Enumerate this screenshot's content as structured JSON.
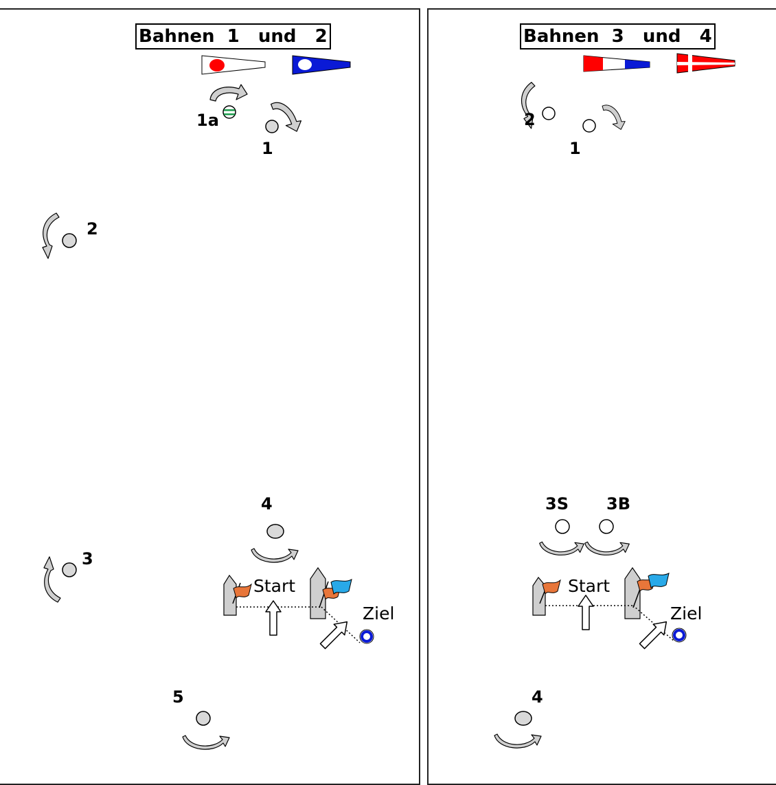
{
  "colors": {
    "mark_fill": "#d9d9d9",
    "arrow_fill": "#cfcfcf",
    "orange_flag": "#e8763a",
    "blue_flag": "#29a9e8",
    "pennant_red": "#ff0000",
    "pennant_blue": "#0a1ad6",
    "finish_mark_blue": "#0a1ad6",
    "green_stripe": "#1a9a4a"
  },
  "left_panel": {
    "title": "Bahnen  1   und   2",
    "marks": {
      "m1": "1",
      "m1a": "1a",
      "m2": "2",
      "m3": "3",
      "m4": "4",
      "m5": "5"
    },
    "start_label": "Start",
    "finish_label": "Ziel",
    "pennants": [
      "red-disc-pennant-icon",
      "blue-white-disc-pennant-icon"
    ]
  },
  "right_panel": {
    "title": "Bahnen  3   und   4",
    "marks": {
      "m1": "1",
      "m2": "2",
      "m3s": "3S",
      "m3b": "3B",
      "m4": "4"
    },
    "start_label": "Start",
    "finish_label": "Ziel",
    "pennants": [
      "red-white-blue-pennant-icon",
      "red-white-cross-pennant-icon"
    ]
  }
}
